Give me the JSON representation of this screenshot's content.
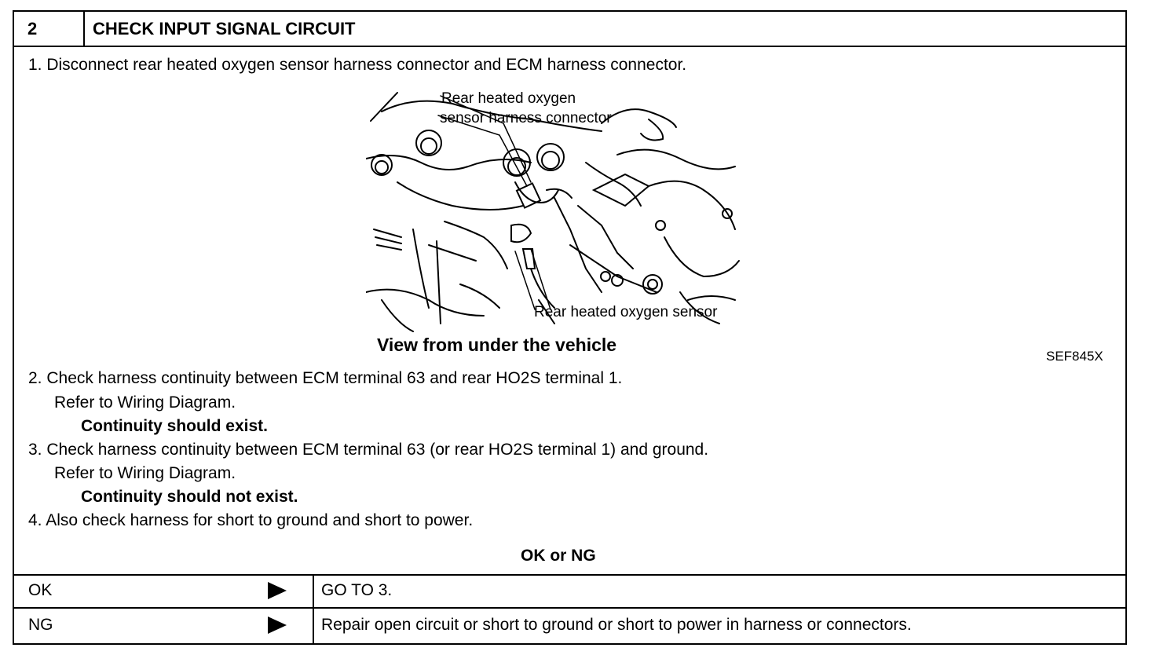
{
  "step": {
    "number": "2",
    "title": "CHECK INPUT SIGNAL CIRCUIT"
  },
  "instructions": {
    "item1": "1.  Disconnect rear heated oxygen sensor harness connector and ECM harness connector.",
    "item2": "2.  Check harness continuity between ECM terminal 63 and rear HO2S terminal 1.",
    "item2_ref": "Refer to Wiring Diagram.",
    "item2_result": "Continuity should exist.",
    "item3": "3.  Check harness continuity between ECM terminal 63 (or rear HO2S terminal 1) and ground.",
    "item3_ref": "Refer to Wiring Diagram.",
    "item3_result": "Continuity should not exist.",
    "item4": "4.  Also check harness for short to ground and short to power."
  },
  "figure": {
    "label_connector_line1": "Rear heated oxygen",
    "label_connector_line2": "sensor harness connector",
    "label_sensor": "Rear heated oxygen sensor",
    "caption": "View from under the vehicle",
    "figure_code": "SEF845X"
  },
  "decision": {
    "question": "OK or NG",
    "rows": [
      {
        "status": "OK",
        "action": "GO TO 3."
      },
      {
        "status": "NG",
        "action": "Repair open circuit or short to ground or short to power in harness or connectors."
      }
    ]
  }
}
